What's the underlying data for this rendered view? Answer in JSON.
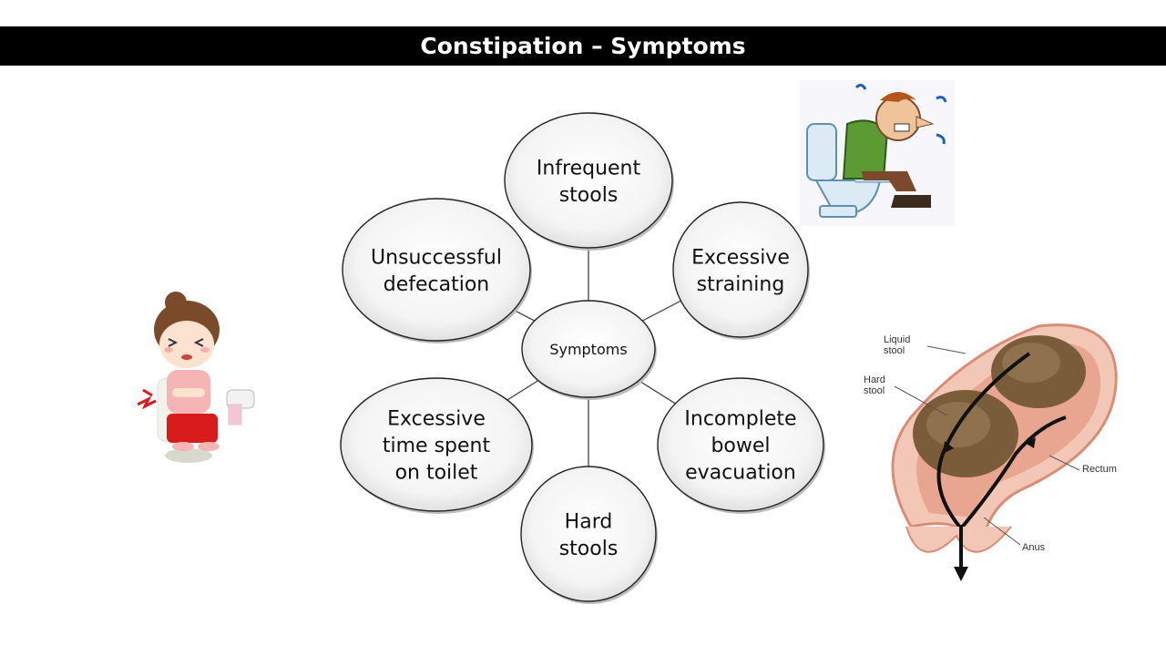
{
  "title": "Constipation – Symptoms",
  "diagram": {
    "center": "Symptoms",
    "nodes": [
      {
        "lines": [
          "Infrequent",
          "stools"
        ]
      },
      {
        "lines": [
          "Excessive",
          "straining"
        ]
      },
      {
        "lines": [
          "Incomplete",
          "bowel",
          "evacuation"
        ]
      },
      {
        "lines": [
          "Hard",
          "stools"
        ]
      },
      {
        "lines": [
          "Excessive",
          "time spent",
          "on toilet"
        ]
      },
      {
        "lines": [
          "Unsuccessful",
          "defecation"
        ]
      }
    ]
  },
  "anatomy": {
    "labels": [
      "Liquid stool",
      "Hard stool",
      "Rectum",
      "Anus"
    ],
    "colors": {
      "stool": "#7a5c3a",
      "tissue": "#e8a690",
      "arrow": "#111111"
    }
  },
  "illustrations": [
    "girl-on-toilet-illustration",
    "straining-man-illustration",
    "rectum-diagram-illustration"
  ]
}
